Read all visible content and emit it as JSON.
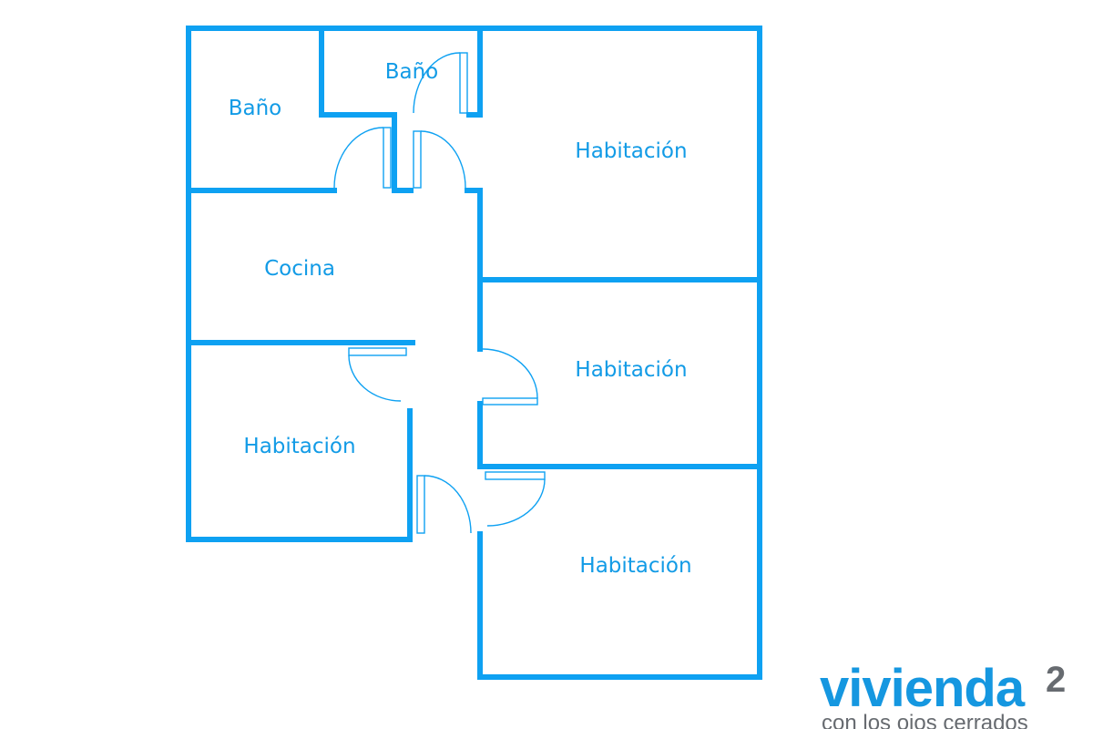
{
  "colors": {
    "wall": "#0ea1f2",
    "label": "#129be6",
    "brand_blue": "#1597e0",
    "brand_gray": "#676b70",
    "background": "#ffffff"
  },
  "rooms": [
    {
      "id": "bathroom-1",
      "label": "Baño"
    },
    {
      "id": "bathroom-2",
      "label": "Baño"
    },
    {
      "id": "bedroom-1",
      "label": "Habitación"
    },
    {
      "id": "kitchen",
      "label": "Cocina"
    },
    {
      "id": "bedroom-2",
      "label": "Habitación"
    },
    {
      "id": "bedroom-3",
      "label": "Habitación"
    },
    {
      "id": "bedroom-4",
      "label": "Habitación"
    }
  ],
  "brand": {
    "name": "vivienda",
    "superscript": "2",
    "tagline": "con los ojos cerrados"
  }
}
